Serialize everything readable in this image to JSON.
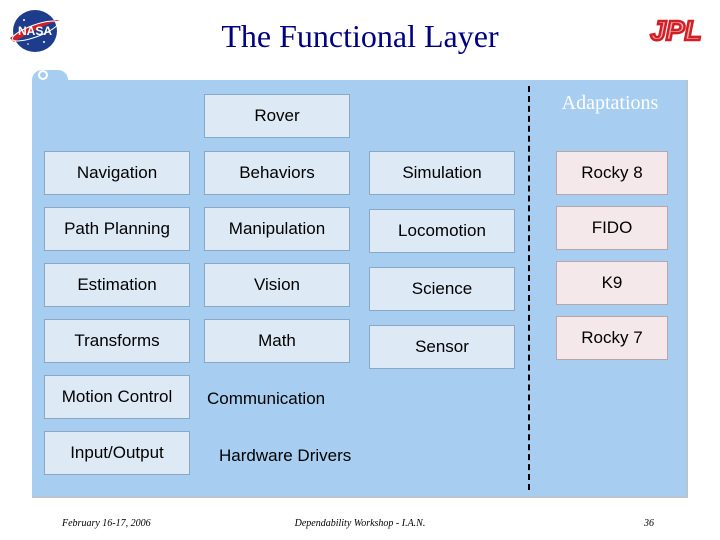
{
  "title": "The Functional Layer",
  "logos": {
    "left": "NASA",
    "right": "JPL"
  },
  "adaptations_label": "Adaptations",
  "rover": "Rover",
  "left_column": [
    "Navigation",
    "Path Planning",
    "Estimation",
    "Transforms",
    "Motion Control",
    "Input/Output"
  ],
  "middle_column": [
    "Behaviors",
    "Manipulation",
    "Vision",
    "Math",
    "Communication",
    "Hardware Drivers"
  ],
  "right_column": [
    "Simulation",
    "Locomotion",
    "Science",
    "Sensor"
  ],
  "adaptations": [
    "Rocky 8",
    "FIDO",
    "K9",
    "Rocky 7"
  ],
  "footer": {
    "date": "February 16-17, 2006",
    "center": "Dependability Workshop - I.A.N.",
    "page": "36"
  }
}
